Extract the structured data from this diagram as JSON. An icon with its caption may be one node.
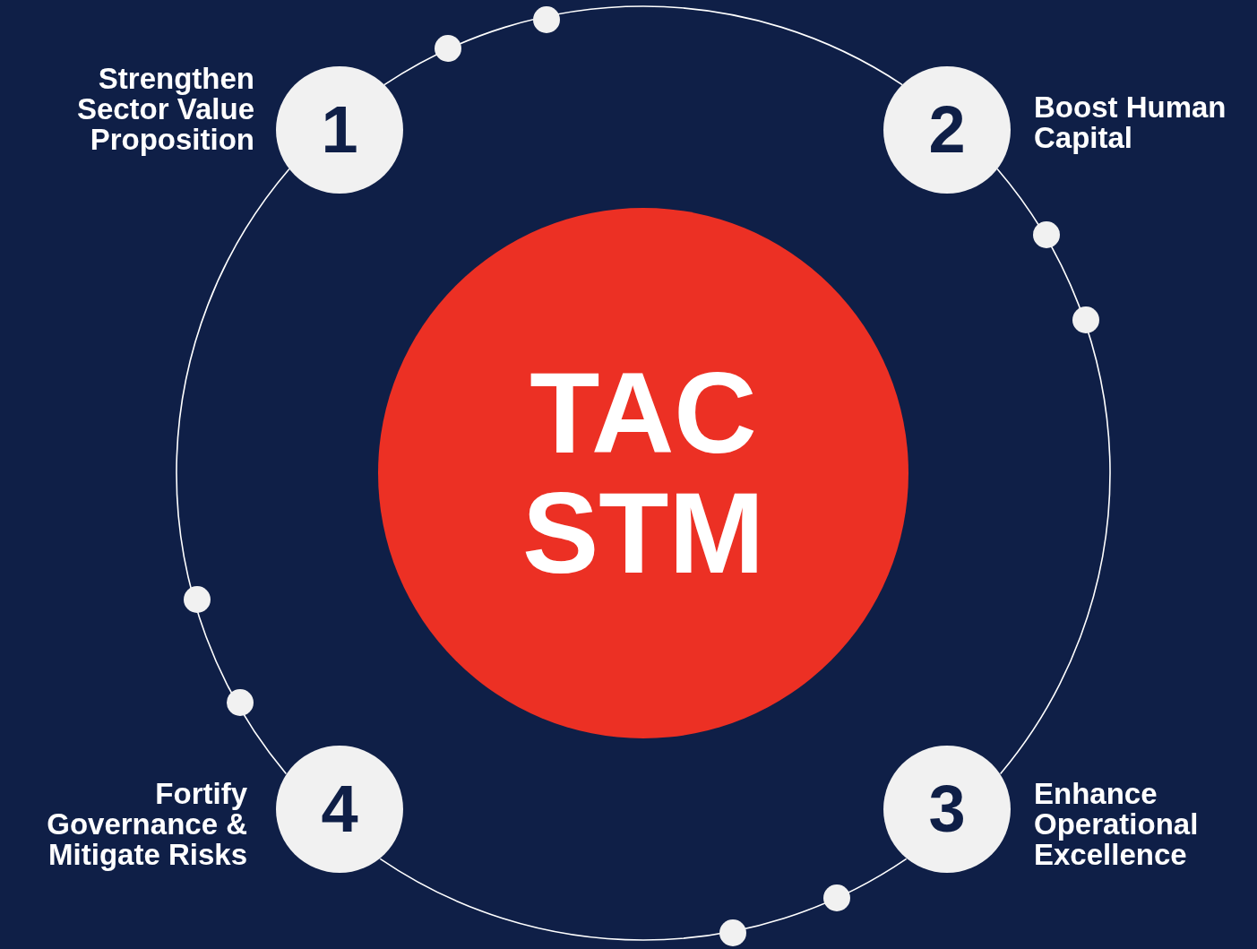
{
  "diagram": {
    "nodes": [
      {
        "text": [
          "1"
        ],
        "beside": [
          "Strengthen Sector Value Proposition"
        ]
      },
      {
        "text": [
          "2"
        ],
        "beside": [
          "Boost Human Capital"
        ]
      },
      {
        "text": [
          "TAC STM"
        ]
      },
      {
        "text": [
          "4"
        ],
        "beside": [
          "Fortify Governance & Mitigate Risks"
        ]
      },
      {
        "text": [
          "3"
        ],
        "beside": [
          "Enhance Operational Excellence"
        ]
      }
    ],
    "edges": [
      {
        "from": 0,
        "to": 1,
        "arrow": "none"
      },
      {
        "from": 1,
        "to": 4,
        "arrow": "none"
      },
      {
        "from": 4,
        "to": 3,
        "arrow": "none"
      },
      {
        "from": 3,
        "to": 0,
        "arrow": "none"
      }
    ]
  }
}
